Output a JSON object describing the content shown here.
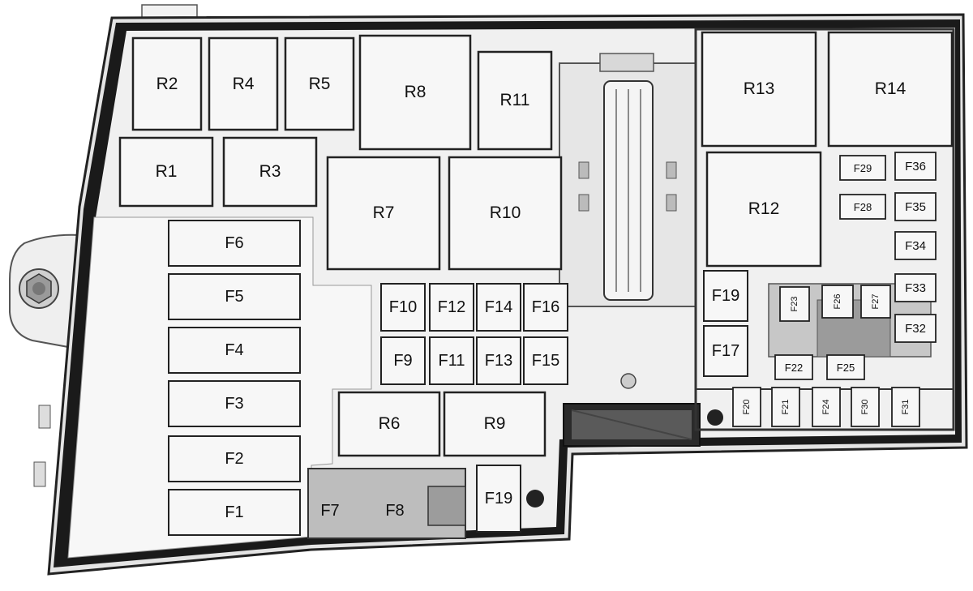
{
  "relays": {
    "r1": "R1",
    "r2": "R2",
    "r3": "R3",
    "r4": "R4",
    "r5": "R5",
    "r6": "R6",
    "r7": "R7",
    "r8": "R8",
    "r9": "R9",
    "r10": "R10",
    "r11": "R11",
    "r12": "R12",
    "r13": "R13",
    "r14": "R14"
  },
  "fuses": {
    "f1": "F1",
    "f2": "F2",
    "f3": "F3",
    "f4": "F4",
    "f5": "F5",
    "f6": "F6",
    "f7": "F7",
    "f8": "F8",
    "f9": "F9",
    "f10": "F10",
    "f11": "F11",
    "f12": "F12",
    "f13": "F13",
    "f14": "F14",
    "f15": "F15",
    "f16": "F16",
    "f17": "F17",
    "f19_right": "F19",
    "f19_bottom": "F19",
    "f20": "F20",
    "f21": "F21",
    "f22": "F22",
    "f23": "F23",
    "f24": "F24",
    "f25": "F25",
    "f26": "F26",
    "f27": "F27",
    "f28": "F28",
    "f29": "F29",
    "f30": "F30",
    "f31": "F31",
    "f32": "F32",
    "f33": "F33",
    "f34": "F34",
    "f35": "F35",
    "f36": "F36"
  }
}
